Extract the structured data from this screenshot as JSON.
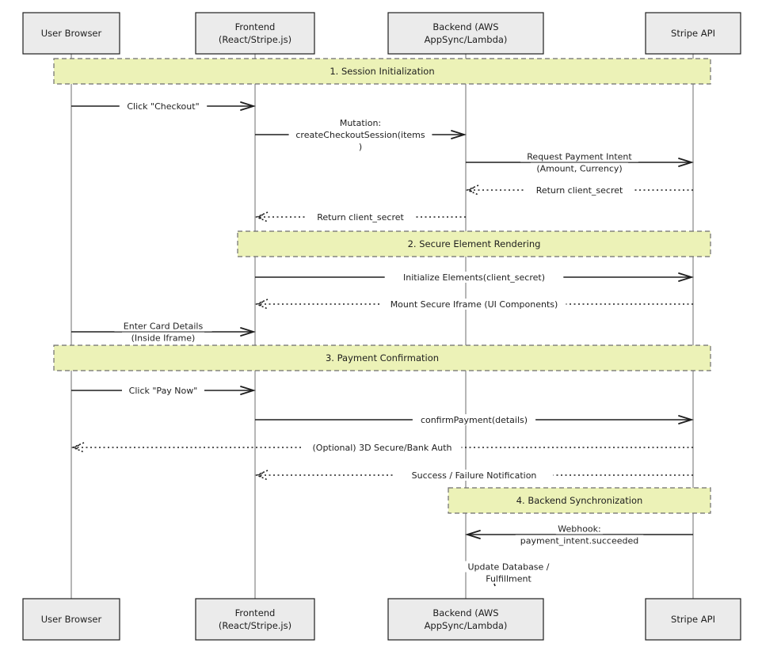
{
  "participants": [
    {
      "id": "browser",
      "label": [
        "User Browser"
      ]
    },
    {
      "id": "frontend",
      "label": [
        "Frontend",
        "(React/Stripe.js)"
      ]
    },
    {
      "id": "backend",
      "label": [
        "Backend (AWS",
        "AppSync/Lambda)"
      ]
    },
    {
      "id": "stripe",
      "label": [
        "Stripe API"
      ]
    }
  ],
  "sections": [
    {
      "label": "1. Session Initialization",
      "from": "browser",
      "to": "stripe"
    },
    {
      "label": "2. Secure Element Rendering",
      "from": "frontend",
      "to": "stripe"
    },
    {
      "label": "3. Payment Confirmation",
      "from": "browser",
      "to": "stripe"
    },
    {
      "label": "4. Backend Synchronization",
      "from": "backend",
      "to": "stripe"
    }
  ],
  "messages": [
    {
      "from": "browser",
      "to": "frontend",
      "style": "solid",
      "lines": [
        "Click \"Checkout\""
      ]
    },
    {
      "from": "frontend",
      "to": "backend",
      "style": "solid",
      "lines": [
        "Mutation:",
        "createCheckoutSession(items",
        ")"
      ]
    },
    {
      "from": "backend",
      "to": "stripe",
      "style": "solid",
      "lines": [
        "Request Payment Intent",
        "(Amount, Currency)"
      ]
    },
    {
      "from": "stripe",
      "to": "backend",
      "style": "dotted",
      "lines": [
        "Return client_secret"
      ]
    },
    {
      "from": "backend",
      "to": "frontend",
      "style": "dotted",
      "lines": [
        "Return client_secret"
      ]
    },
    {
      "from": "frontend",
      "to": "stripe",
      "style": "solid",
      "lines": [
        "Initialize Elements(client_secret)"
      ]
    },
    {
      "from": "stripe",
      "to": "frontend",
      "style": "dotted",
      "lines": [
        "Mount Secure Iframe (UI Components)"
      ]
    },
    {
      "from": "browser",
      "to": "frontend",
      "style": "solid",
      "lines": [
        "Enter Card Details",
        "(Inside Iframe)"
      ]
    },
    {
      "from": "browser",
      "to": "frontend",
      "style": "solid",
      "lines": [
        "Click \"Pay Now\""
      ]
    },
    {
      "from": "frontend",
      "to": "stripe",
      "style": "solid",
      "lines": [
        "confirmPayment(details)"
      ]
    },
    {
      "from": "stripe",
      "to": "browser",
      "style": "dotted",
      "lines": [
        "(Optional) 3D Secure/Bank Auth"
      ]
    },
    {
      "from": "stripe",
      "to": "frontend",
      "style": "dotted",
      "lines": [
        "Success / Failure Notification"
      ]
    },
    {
      "from": "stripe",
      "to": "backend",
      "style": "solid",
      "lines": [
        "Webhook:",
        "payment_intent.succeeded"
      ]
    },
    {
      "from": "backend",
      "to": "backend",
      "style": "self",
      "lines": [
        "Update Database /",
        "Fulfillment"
      ]
    }
  ]
}
